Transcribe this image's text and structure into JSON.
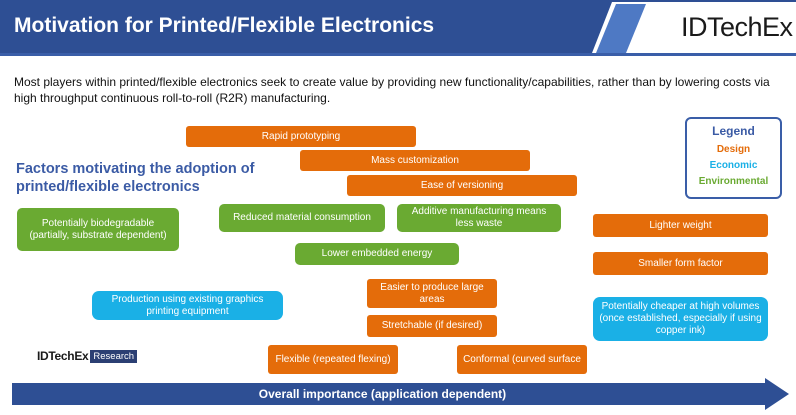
{
  "header": {
    "title": "Motivation for Printed/Flexible Electronics",
    "logo": "IDTechEx",
    "colors": {
      "dark_blue": "#2e4f94",
      "light_blue": "#4e79c4"
    }
  },
  "intro": "Most players within printed/flexible electronics seek to create value by providing new functionality/capabilities, rather than by lowering costs via high throughput continuous roll-to-roll (R2R) manufacturing.",
  "factors_title": "Factors motivating the adoption of printed/flexible electronics",
  "legend": {
    "title": "Legend",
    "items": [
      {
        "label": "Design",
        "color": "#e46c0a"
      },
      {
        "label": "Economic",
        "color": "#1ab0e6"
      },
      {
        "label": "Environmental",
        "color": "#6aaa32"
      }
    ]
  },
  "factors": {
    "rapid_prototyping": "Rapid prototyping",
    "mass_customization": "Mass customization",
    "ease_of_versioning": "Ease of versioning",
    "biodegradable": "Potentially biodegradable (partially, substrate dependent)",
    "reduced_material": "Reduced material consumption",
    "additive_manufacturing": "Additive manufacturing means less waste",
    "lighter_weight": "Lighter weight",
    "lower_energy": "Lower embedded energy",
    "smaller_form": "Smaller form factor",
    "graphics_printing": "Production using existing graphics printing equipment",
    "large_areas": "Easier to produce large areas",
    "cheaper_high_volumes": "Potentially cheaper at high volumes (once established, especially if using copper ink)",
    "stretchable": "Stretchable (if desired)",
    "flexible": "Flexible (repeated flexing)",
    "conformal": "Conformal (curved surface"
  },
  "research_logo": {
    "brand": "IDTechEx",
    "tag": "Research"
  },
  "arrow": {
    "label": "Overall importance (application dependent)",
    "color": "#2e4f94"
  }
}
